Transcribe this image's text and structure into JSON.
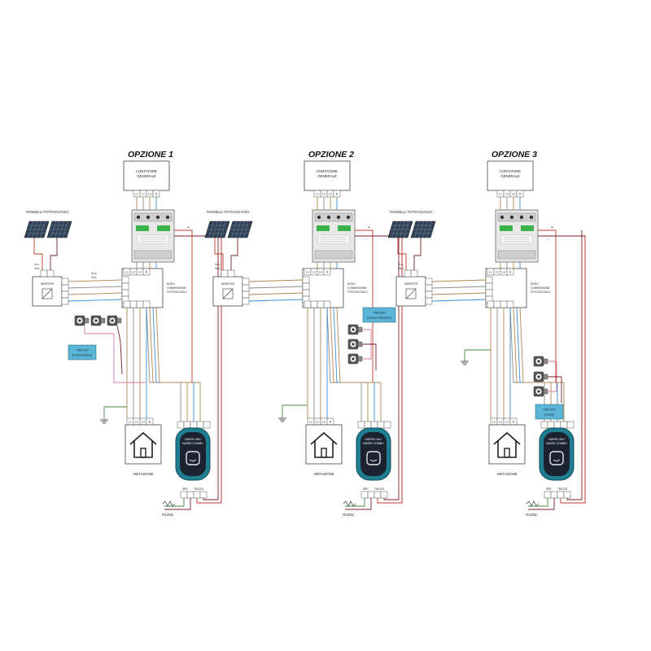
{
  "colors": {
    "wire_red": "#c0392b",
    "wire_dark_red": "#7a1f2b",
    "wire_brown": "#b08850",
    "wire_blue": "#3b8ed1",
    "wire_grey": "#8a8a8a",
    "wire_green": "#3e8e41",
    "wire_pink": "#d77ab0",
    "tmc_fill": "#5bb5d6",
    "charger_teal": "#1f7e91",
    "charger_dark": "#1c2330",
    "module_green": "#3cb34a"
  },
  "options": [
    {
      "title": "OPZIONE 1",
      "contatore_line1": "CONTATORE",
      "contatore_line2": "GENERALE",
      "terminals": [
        "L1",
        "L2",
        "L3",
        "N"
      ],
      "pannelli": "PANNELLI FOTOVOLTAICI",
      "inverter": "INVERTER",
      "vcc": "Vc.c.",
      "vdc": "Vd.c.",
      "vca": "Vc.a.",
      "vdc2": "Vd.c.",
      "nodo_line1": "NODO",
      "nodo_line2": "CONNESSIONE",
      "nodo_line3": "FOTOVOLTAICO",
      "tmc_line1": "TMC100",
      "tmc_line2": "(Fotovoltaico)",
      "abitazione": "ABITAZIONE",
      "charger_line1": "VIARIS UNI /",
      "charger_line2": "VIARIS COMBI+",
      "rs": "SRS",
      "tmc_term": "TMC100",
      "resistor": "R120Ω"
    },
    {
      "title": "OPZIONE 2",
      "contatore_line1": "CONTATORE",
      "contatore_line2": "GENERALE",
      "terminals": [
        "L1",
        "L2",
        "L3",
        "N"
      ],
      "pannelli": "PANNELLI FOTOVOLTAICI",
      "inverter": "INVERTER",
      "vcc": "Vc.c.",
      "vdc": "Vd.c.",
      "vca": "",
      "vdc2": "",
      "nodo_line1": "NODO",
      "nodo_line2": "CONNESSIONE",
      "nodo_line3": "FOTOVOLTAICO",
      "tmc_line1": "TMC100",
      "tmc_line2": "(Casa+Stazione)",
      "abitazione": "ABITAZIONE",
      "charger_line1": "VIARIS UNI /",
      "charger_line2": "VIARIS COMBI+",
      "rs": "SRS",
      "tmc_term": "TMC100",
      "resistor": "R120Ω"
    },
    {
      "title": "OPZIONE 3",
      "contatore_line1": "CONTATORE",
      "contatore_line2": "GENERALE",
      "terminals": [
        "L1",
        "L2",
        "L3",
        "N"
      ],
      "pannelli": "PANNELLI FOTOVOLTAICI",
      "inverter": "INVERTER",
      "vcc": "Vc.c.",
      "vdc": "Vd.c.",
      "vca": "",
      "vdc2": "",
      "nodo_line1": "NODO",
      "nodo_line2": "CONNESSIONE",
      "nodo_line3": "FOTOVOLTAICO",
      "tmc_line1": "TMC100",
      "tmc_line2": "(Casa)",
      "abitazione": "ABITAZIONE",
      "charger_line1": "VIARIS UNI /",
      "charger_line2": "VIARIS COMBI+",
      "rs": "SRS",
      "tmc_term": "TMC100",
      "resistor": "R120Ω"
    }
  ]
}
